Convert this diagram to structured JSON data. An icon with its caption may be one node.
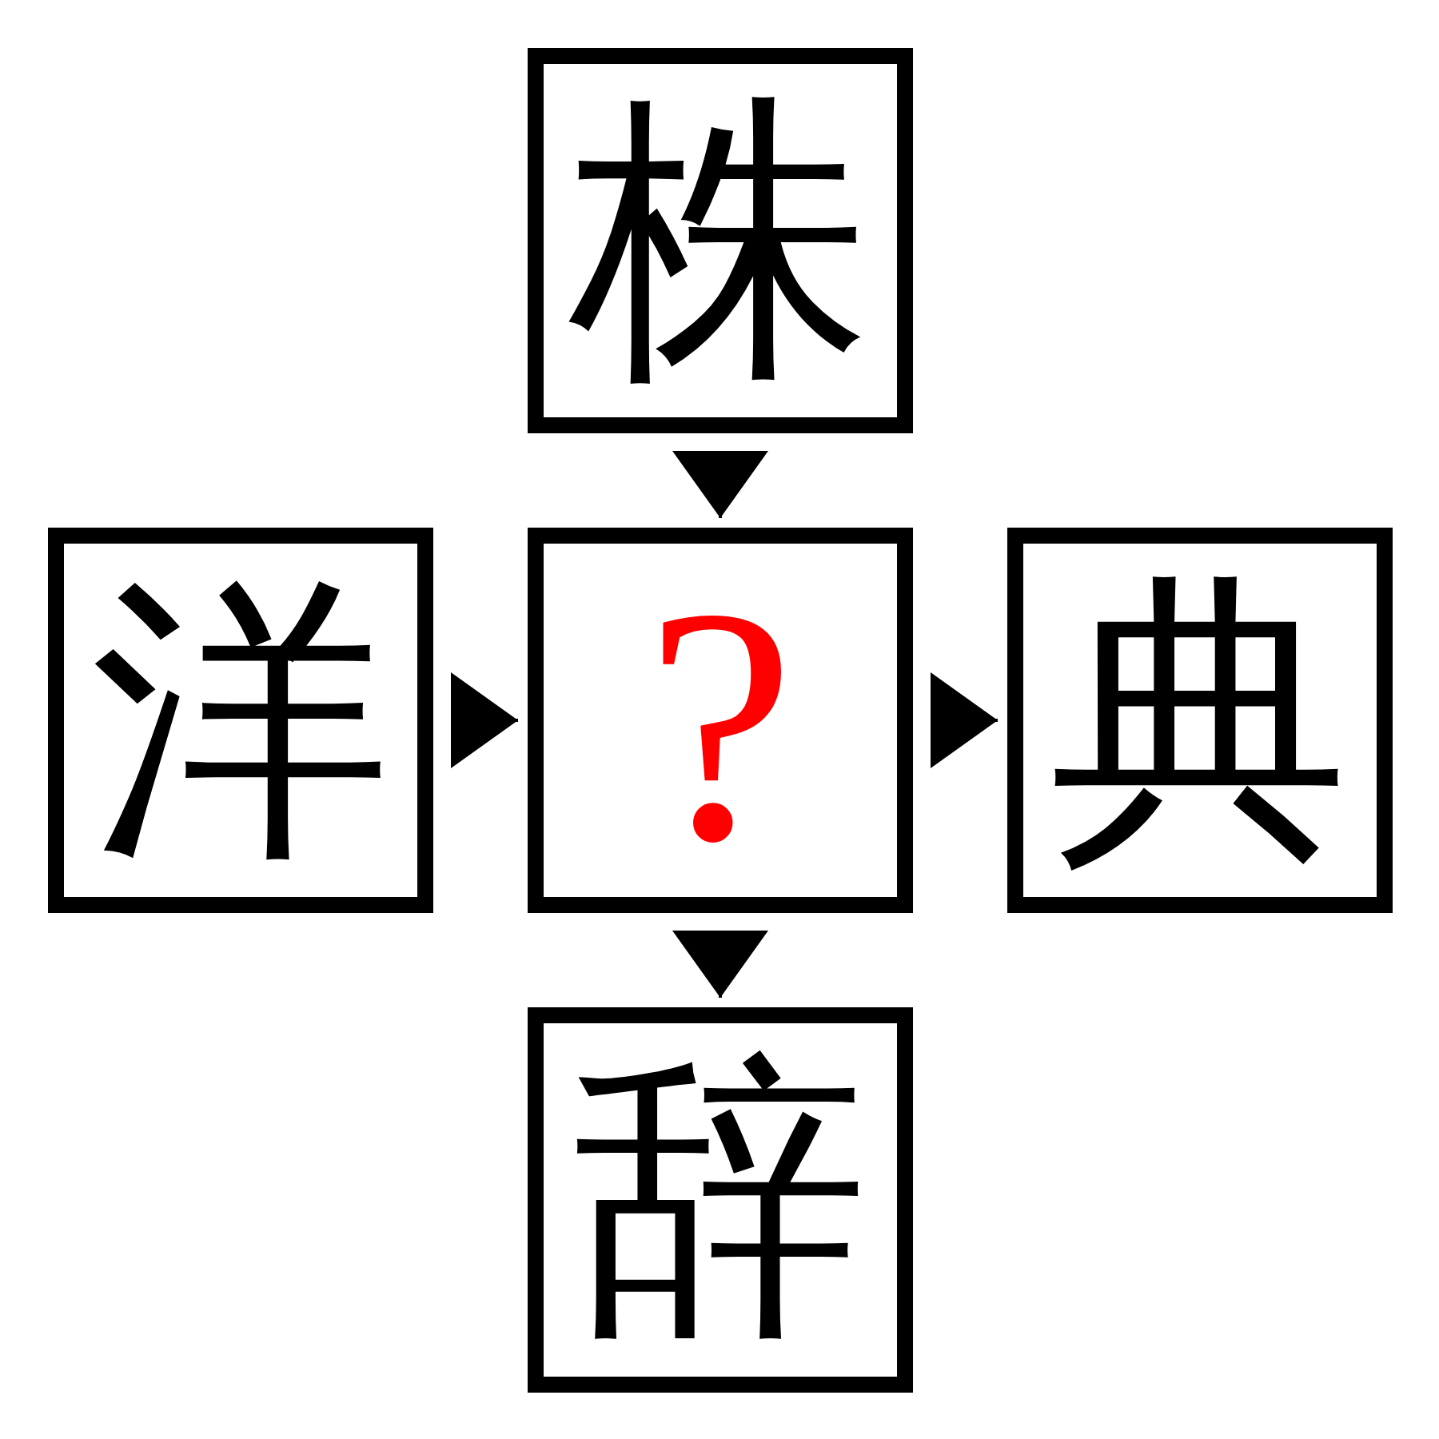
{
  "diagram": {
    "nodes": [
      {
        "text": [
          "株"
        ]
      },
      {
        "text": [
          "洋"
        ]
      },
      {
        "text": [
          "?"
        ]
      },
      {
        "text": [
          "典"
        ]
      },
      {
        "text": [
          "辞"
        ]
      }
    ],
    "edges": [
      {
        "from": 0,
        "to": 2,
        "arrow": "to"
      },
      {
        "from": 1,
        "to": 2,
        "arrow": "to"
      },
      {
        "from": 2,
        "to": 3,
        "arrow": "to"
      },
      {
        "from": 2,
        "to": 4,
        "arrow": "to"
      }
    ]
  }
}
